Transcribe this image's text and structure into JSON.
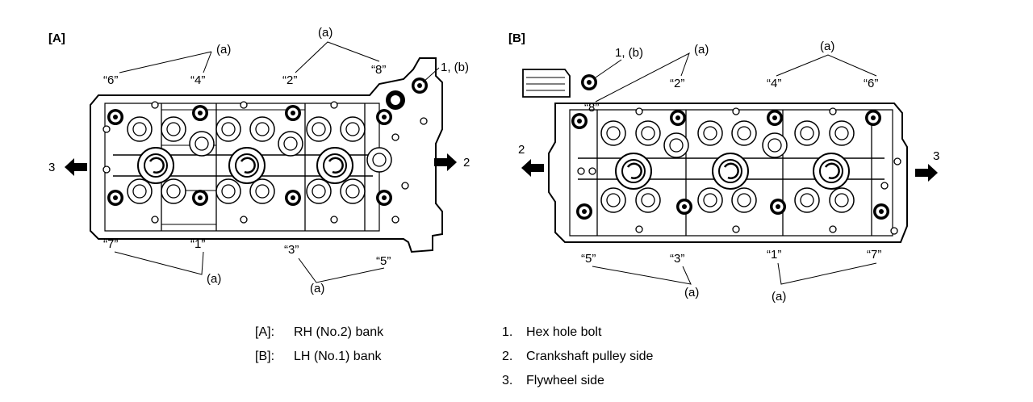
{
  "panels": {
    "a": {
      "title": "[A]",
      "bolt_labels": {
        "b6": "“6”",
        "b4": "“4”",
        "b2": "“2”",
        "b8": "“8”",
        "b7": "“7”",
        "b1": "“1”",
        "b3": "“3”",
        "b5": "“5”"
      },
      "group_labels": {
        "top_left": "(a)",
        "top_mid": "(a)",
        "bottom_left": "(a)",
        "bottom_mid": "(a)"
      },
      "callouts": {
        "hex_bolt": "1, (b)",
        "pulley": "2",
        "flywheel": "3"
      }
    },
    "b": {
      "title": "[B]",
      "bolt_labels": {
        "b8": "“8”",
        "b2": "“2”",
        "b4": "“4”",
        "b6": "“6”",
        "b5": "“5”",
        "b3": "“3”",
        "b1": "“1”",
        "b7": "“7”"
      },
      "group_labels": {
        "top_left": "(a)",
        "top_right": "(a)",
        "bottom_left": "(a)",
        "bottom_right": "(a)"
      },
      "callouts": {
        "hex_bolt": "1, (b)",
        "pulley": "2",
        "flywheel": "3"
      }
    }
  },
  "legend": {
    "banks": [
      {
        "key": "[A]:",
        "text": "RH (No.2) bank"
      },
      {
        "key": "[B]:",
        "text": "LH (No.1) bank"
      }
    ],
    "items": [
      {
        "num": "1.",
        "text": "Hex hole bolt"
      },
      {
        "num": "2.",
        "text": "Crankshaft pulley side"
      },
      {
        "num": "3.",
        "text": "Flywheel side"
      }
    ]
  }
}
